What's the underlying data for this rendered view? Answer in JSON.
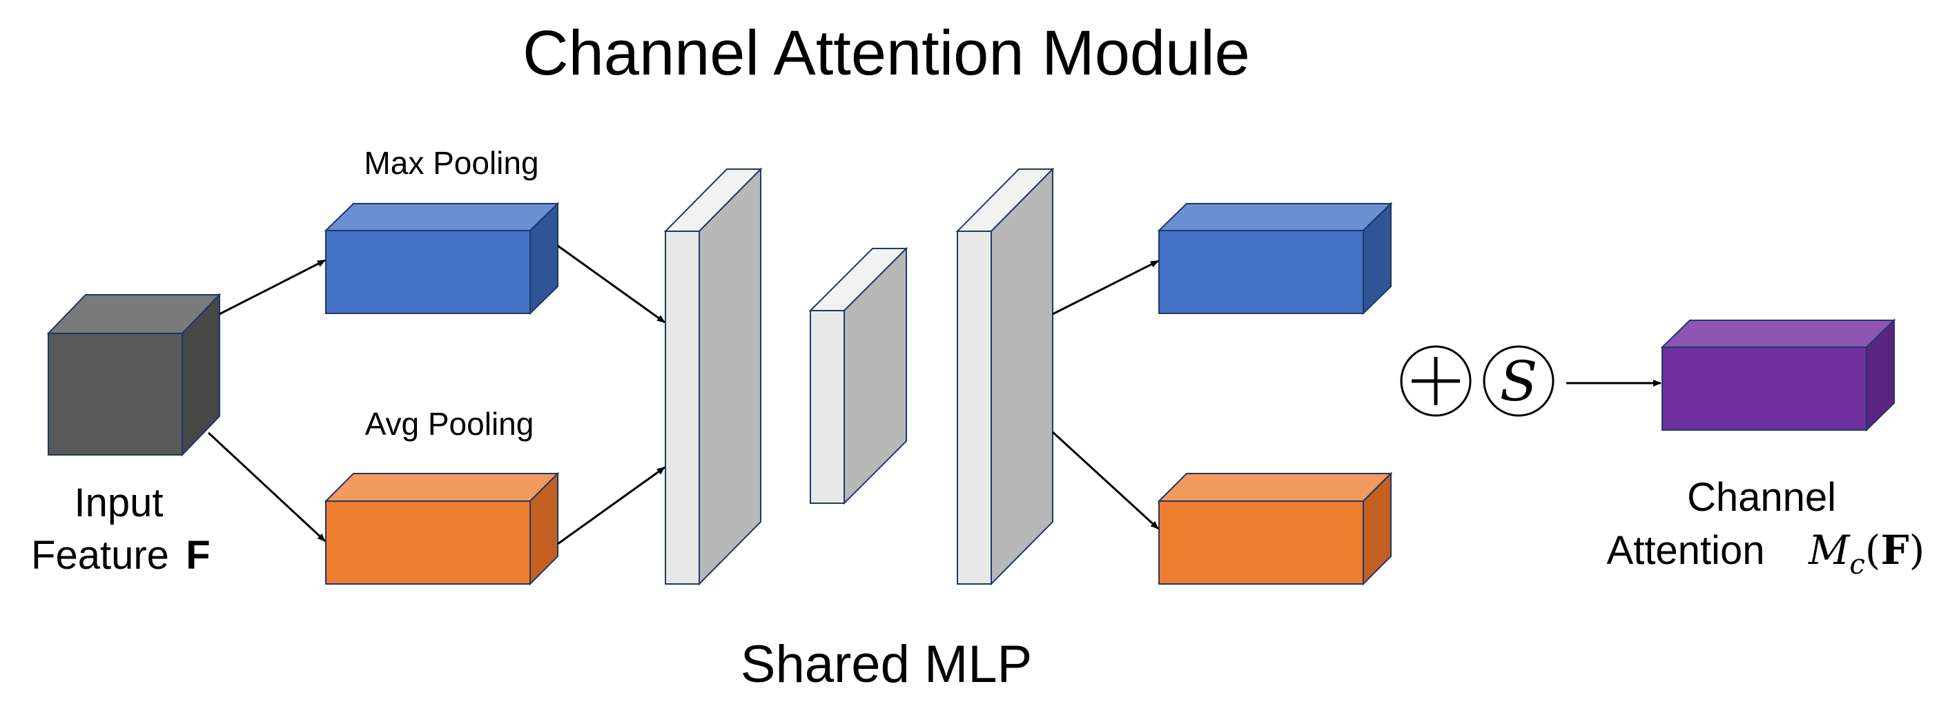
{
  "title": "Channel Attention Module",
  "labels": {
    "input_line1": "Input",
    "input_line2": "Feature",
    "input_symbol": "F",
    "max_pooling": "Max Pooling",
    "avg_pooling": "Avg Pooling",
    "shared_mlp": "Shared MLP",
    "output_line1": "Channel",
    "output_line2": "Attention",
    "output_symbol_m": "M",
    "output_symbol_sub": "c",
    "output_symbol_open": "(",
    "output_symbol_f": "F",
    "output_symbol_close": ")",
    "sum_symbol": "+",
    "sigmoid_symbol": "S"
  },
  "colors": {
    "input_front": "#595959",
    "input_top": "#7a7a7a",
    "input_side": "#474747",
    "blue_front": "#4472C4",
    "blue_top": "#6A8FD3",
    "blue_side": "#2F5597",
    "orange_front": "#ED7D31",
    "orange_top": "#F19A5E",
    "orange_side": "#C45F22",
    "purple_front": "#7030A0",
    "purple_top": "#8E55B5",
    "purple_side": "#5A2580",
    "mlp_front": "#E8E8E8",
    "mlp_top": "#F2F2F2",
    "mlp_side": "#B8B8B8",
    "stroke": "#1F3864"
  }
}
